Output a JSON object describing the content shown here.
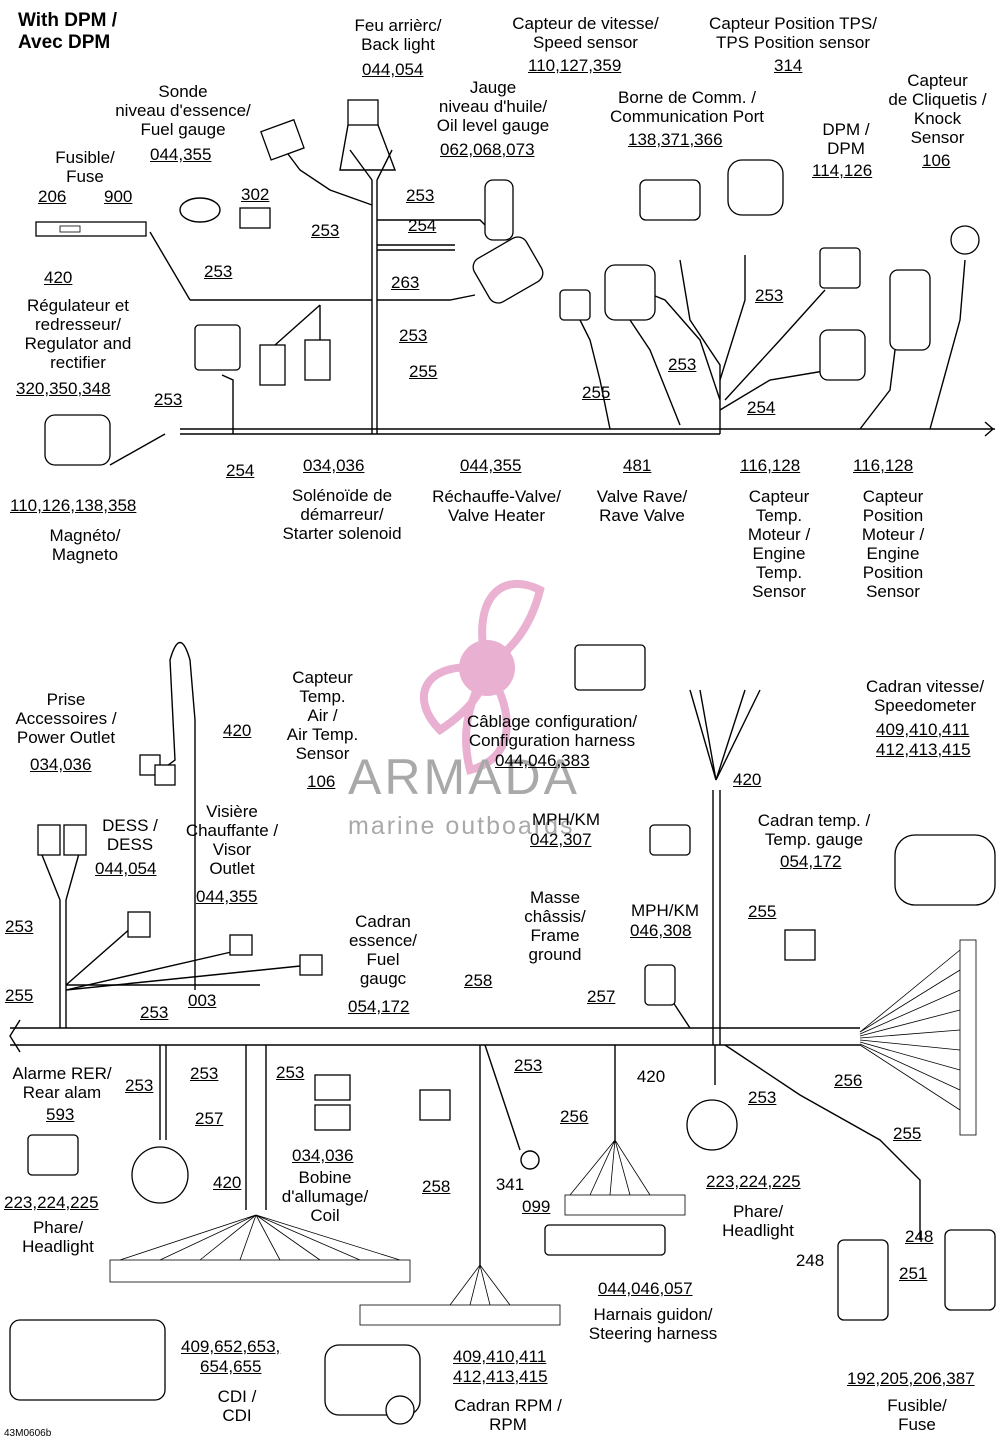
{
  "title": "With DPM /\nAvec DPM",
  "watermark": {
    "brand": "ARMADA",
    "tagline": "marine outboards",
    "color": "#e6a3c9"
  },
  "figure_code": "43M0606b",
  "top": {
    "feu": {
      "label": "Feu arrièrc/\nBack light",
      "num": "044,054"
    },
    "vitesse": {
      "label": "Capteur de vitesse/\nSpeed sensor",
      "num": "110,127,359"
    },
    "tps": {
      "label": "Capteur Position TPS/\nTPS Position sensor",
      "num": "314"
    },
    "cliquetis": {
      "label": "Capteur\nde Cliquetis /\nKnock\nSensor",
      "num": "106"
    },
    "sonde": {
      "label": "Sonde\nniveau d'essence/\nFuel gauge",
      "num": "044,355"
    },
    "jauge": {
      "label": "Jauge\nniveau d'huile/\nOil level gauge",
      "num": "062,068,073"
    },
    "borne": {
      "label": "Borne de Comm. /\nCommunication Port",
      "num": "138,371,366"
    },
    "dpm": {
      "label": "DPM /\nDPM",
      "num": "114,126"
    },
    "fusible": {
      "label": "Fusible/\nFuse",
      "n1": "206",
      "n2": "900",
      "n3": "420"
    },
    "n302": "302",
    "wires": {
      "w253a": "253",
      "w253b": "253",
      "w254a": "254",
      "w263": "263",
      "w253c": "253",
      "w253d": "253",
      "w255a": "255",
      "w253e": "253",
      "w253f": "253",
      "w255b": "255",
      "w254b": "254",
      "w253g": "253",
      "w254c": "254"
    },
    "regulateur": {
      "label": "Régulateur et\nredresseur/\nRegulator and\nrectifier",
      "num": "320,350,348"
    },
    "solenoide": {
      "num": "034,036",
      "label": "Solénoïde de\ndémarreur/\nStarter solenoid"
    },
    "magneto": {
      "num": "110,126,138,358",
      "label": "Magnéto/\nMagneto"
    },
    "rechauffe": {
      "num": "044,355",
      "label": "Réchauffe-Valve/\nValve Heater"
    },
    "valve": {
      "num": "481",
      "label": "Valve Rave/\nRave Valve"
    },
    "temp_moteur": {
      "num": "116,128",
      "label": "Capteur\nTemp.\nMoteur /\nEngine\nTemp.\nSensor"
    },
    "pos_moteur": {
      "num": "116,128",
      "label": "Capteur\nPosition\nMoteur /\nEngine\nPosition\nSensor"
    }
  },
  "bottom": {
    "prise": {
      "label": "Prise\nAccessoires /\nPower Outlet",
      "num": "034,036"
    },
    "n420a": "420",
    "air": {
      "label": "Capteur\nTemp.\nAir /\nAir Temp.\nSensor",
      "num": "106"
    },
    "config": {
      "label": "Câblage configuration/\nConfiguration harness",
      "num": "044,046,383"
    },
    "n420b": "420",
    "speedo": {
      "label": "Cadran vitesse/\nSpeedometer",
      "num1": "409,410,411",
      "num2": "412,413,415"
    },
    "mph1": {
      "label": "MPH/KM",
      "num": "042,307"
    },
    "tempg": {
      "label": "Cadran temp. /\nTemp. gauge",
      "num": "054,172"
    },
    "dess": {
      "label": "DESS /\nDESS",
      "num": "044,054"
    },
    "visiere": {
      "label": "Visière\nChauffante /\nVisor\nOutlet",
      "num": "044,355"
    },
    "fuelg": {
      "label": "Cadran\nessence/\nFuel\ngaugc",
      "num": "054,172"
    },
    "masse": {
      "label": "Masse\nchâssis/\nFrame\nground"
    },
    "mph2": {
      "label": "MPH/KM",
      "num": "046,308"
    },
    "wires": {
      "w258a": "258",
      "w255a": "255",
      "w253a": "253",
      "w255b": "255",
      "w253b": "253",
      "w003": "003",
      "w257a": "257",
      "w253c": "253",
      "w253d": "253",
      "w253e": "253",
      "w257b": "257",
      "w253f": "253",
      "w256a": "256",
      "w256b": "256",
      "w253g": "253",
      "w255c": "255",
      "w258b": "258",
      "n420c": "420"
    },
    "alarme": {
      "label": "Alarme RER/\nRear alam",
      "num": "593"
    },
    "phare1": {
      "num": "223,224,225",
      "label": "Phare/\nHeadlight"
    },
    "n420d": "420",
    "bobine": {
      "num": "034,036",
      "label": "Bobine\nd'allumage/\nCoil"
    },
    "n341": "341",
    "n099": "099",
    "phare2": {
      "num": "223,224,225",
      "label": "Phare/\nHeadlight"
    },
    "n248a": "248",
    "n248b": "248",
    "n251": "251",
    "harnais": {
      "num": "044,046,057",
      "label": "Harnais guidon/\nSteering harness"
    },
    "cdi": {
      "num1": "409,652,653,",
      "num2": "654,655",
      "label": "CDI /\nCDI"
    },
    "rpm": {
      "num1": "409,410,411",
      "num2": "412,413,415",
      "label": "Cadran RPM /\nRPM"
    },
    "fuse2": {
      "num": "192,205,206,387",
      "label": "Fusible/\nFuse"
    }
  }
}
